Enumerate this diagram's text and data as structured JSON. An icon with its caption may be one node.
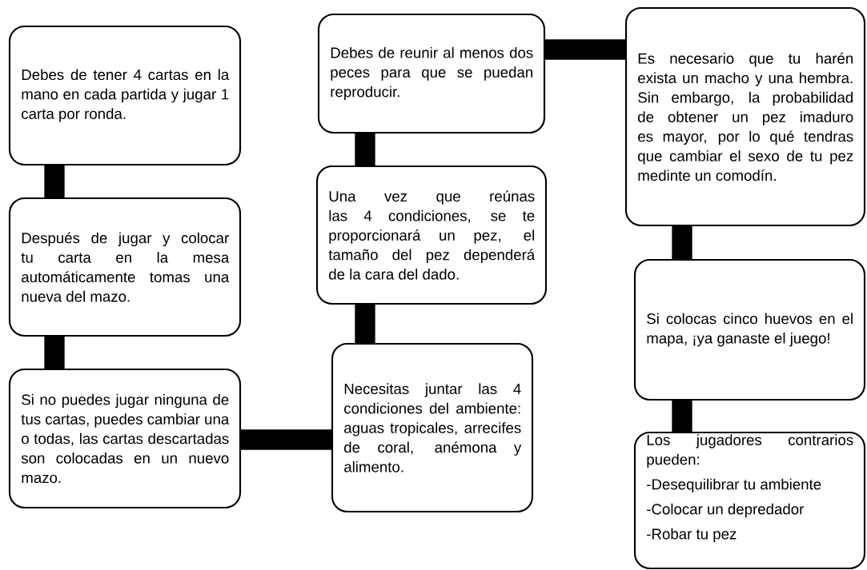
{
  "diagram": {
    "nodes": [
      {
        "text": [
          "Debes de tener 4 cartas en la mano en cada partida y jugar 1 carta por ronda."
        ]
      },
      {
        "text": [
          "Después de jugar y colocar tu carta en la mesa automáticamente tomas una nueva del mazo."
        ]
      },
      {
        "text": [
          "Si no puedes jugar ninguna de tus cartas, puedes cambiar una o todas, las cartas descartadas son colocadas en un nuevo mazo."
        ]
      },
      {
        "text": [
          "Necesitas juntar las 4 condiciones del ambiente: aguas tropicales, arrecifes de coral, anémona y alimento."
        ]
      },
      {
        "text": [
          "Una vez que reúnas las 4 condiciones, se te proporcionará un pez, el tamaño del pez dependerá de la cara del dado."
        ]
      },
      {
        "text": [
          "Debes de reunir al menos dos peces para que se puedan reproducir."
        ]
      },
      {
        "text": [
          "Es necesario que tu harén exista un macho y una hembra. Sin embargo, la probabilidad de obtener un pez imaduro es mayor, por lo qué tendras que cambiar el sexo de tu pez medinte un comodín."
        ]
      },
      {
        "text": [
          "Si colocas cinco huevos en el mapa, ¡ya ganaste el juego!"
        ]
      },
      {
        "text": [
          "Los jugadores contrarios pueden:",
          "-Desequilibrar tu ambiente",
          "-Colocar un depredador",
          "-Robar tu pez"
        ]
      }
    ],
    "edges": [
      {
        "from": 0,
        "to": 1,
        "arrow": "none"
      },
      {
        "from": 1,
        "to": 2,
        "arrow": "none"
      },
      {
        "from": 2,
        "to": 3,
        "arrow": "none"
      },
      {
        "from": 3,
        "to": 4,
        "arrow": "none"
      },
      {
        "from": 4,
        "to": 5,
        "arrow": "none"
      },
      {
        "from": 5,
        "to": 6,
        "arrow": "none"
      },
      {
        "from": 6,
        "to": 7,
        "arrow": "none"
      },
      {
        "from": 7,
        "to": 8,
        "arrow": "none"
      }
    ]
  }
}
